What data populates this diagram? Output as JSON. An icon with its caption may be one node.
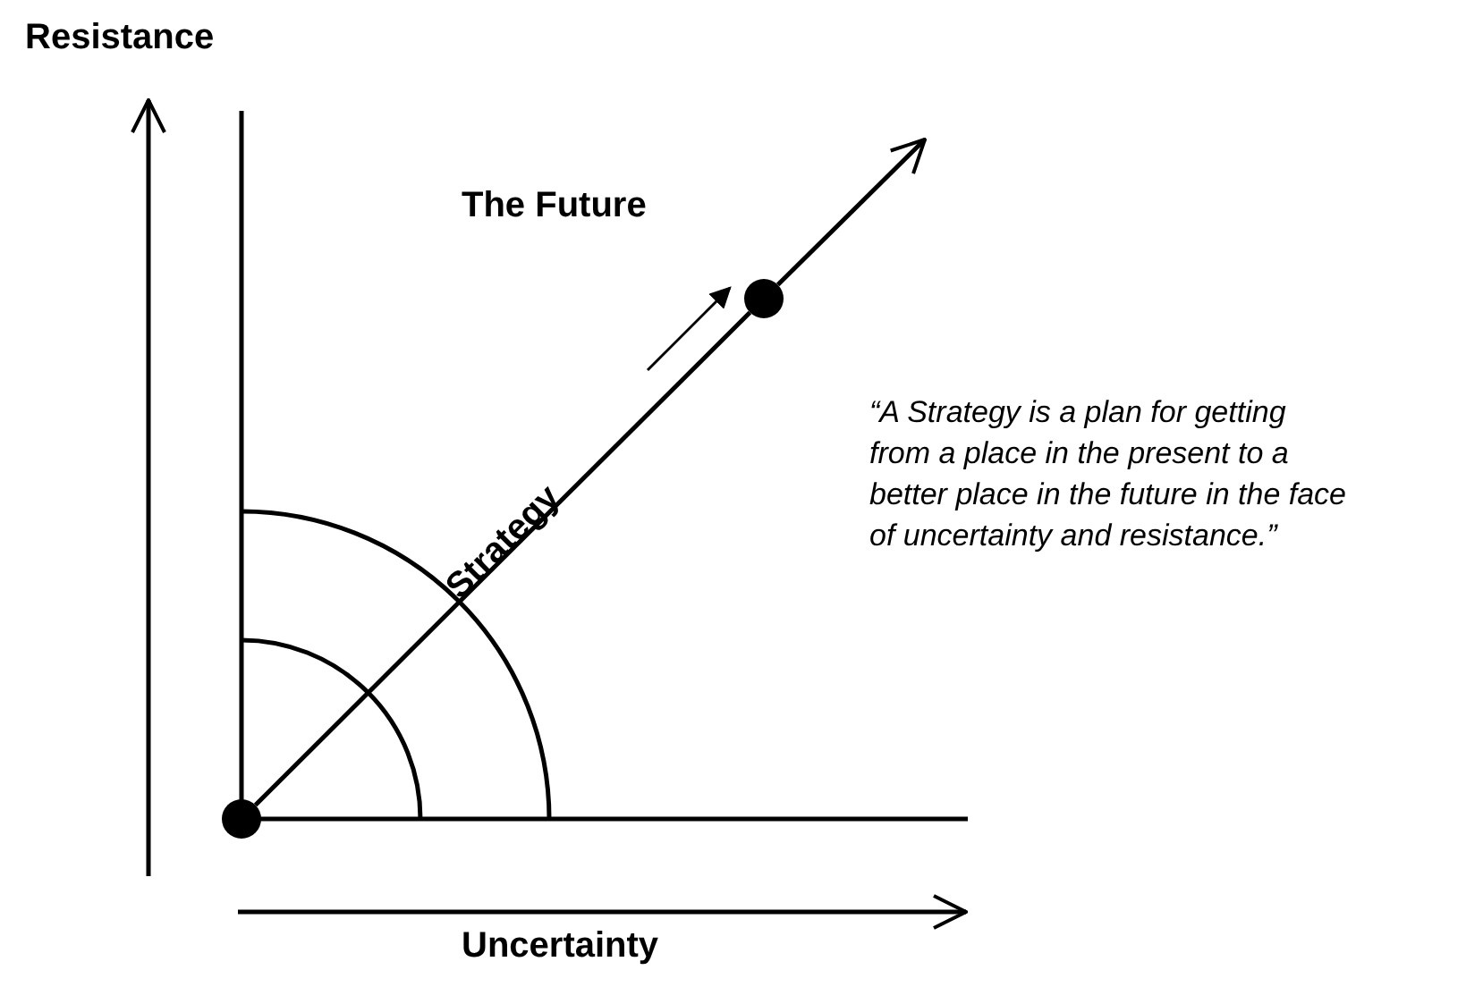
{
  "diagram": {
    "nodes": [
      {
        "text": [],
        "shape": "circle"
      },
      {
        "text": [],
        "shape": "circle",
        "beside": [
          "The Future"
        ]
      }
    ],
    "edges": [
      {
        "from": 0,
        "to": 1,
        "arrow": "none",
        "label": "Strategy"
      },
      {
        "from": 1,
        "to": null,
        "arrow": "to"
      }
    ],
    "labels": [
      "Resistance",
      "“A Strategy is a plan for getting from a place in the present to a better place in the future in the face of uncertainty and resistance.”",
      "Uncertainty"
    ]
  }
}
